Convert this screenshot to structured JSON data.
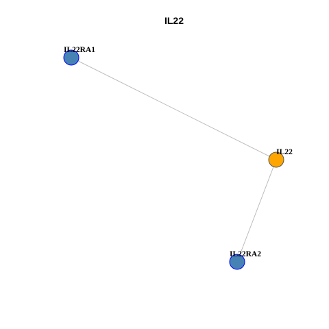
{
  "title": "IL22",
  "network": {
    "nodes": [
      {
        "id": "IL22RA1",
        "label": "IL22RA1",
        "role": "receptor",
        "fill": "#4682B4",
        "border": "#0000FF"
      },
      {
        "id": "IL22",
        "label": "IL22",
        "role": "query",
        "fill": "#FFA500",
        "border": "#555555"
      },
      {
        "id": "IL22RA2",
        "label": "IL22RA2",
        "role": "receptor",
        "fill": "#4682B4",
        "border": "#0000FF"
      }
    ],
    "edges": [
      {
        "source": "IL22RA1",
        "target": "IL22"
      },
      {
        "source": "IL22",
        "target": "IL22RA2"
      }
    ],
    "edge_color": "#BBBBBB"
  }
}
